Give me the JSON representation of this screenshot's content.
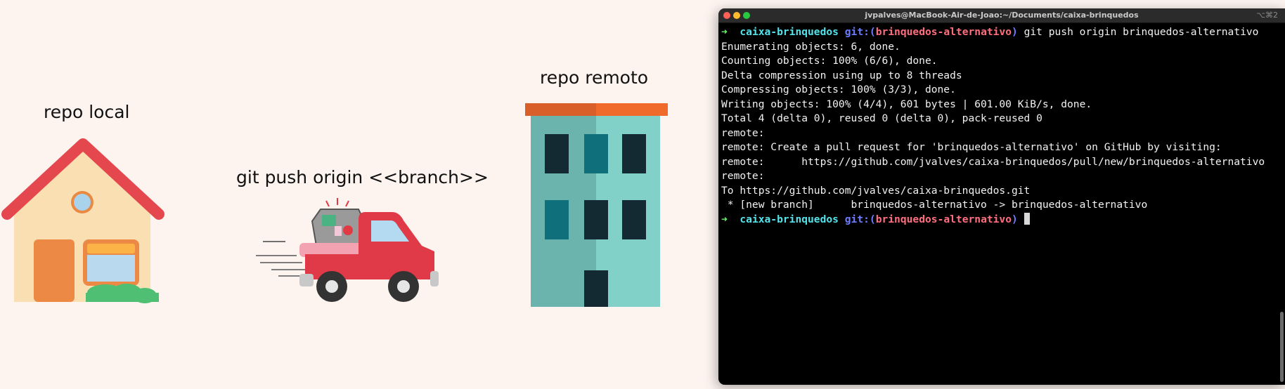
{
  "slide": {
    "local_label": "repo local",
    "command_label": "git push origin <<branch>>",
    "remote_label": "repo remoto"
  },
  "terminal": {
    "title": "jvpalves@MacBook-Air-de-Joao:~/Documents/caixa-brinquedos",
    "shortcut": "⌥⌘2",
    "prompt": {
      "arrow": "➜",
      "dir": "caixa-brinquedos",
      "git_prefix": "git:(",
      "branch": "brinquedos-alternativo",
      "git_suffix": ")",
      "command": " git push origin brinquedos-alternativo"
    },
    "output_lines": [
      "Enumerating objects: 6, done.",
      "Counting objects: 100% (6/6), done.",
      "Delta compression using up to 8 threads",
      "Compressing objects: 100% (3/3), done.",
      "Writing objects: 100% (4/4), 601 bytes | 601.00 KiB/s, done.",
      "Total 4 (delta 0), reused 0 (delta 0), pack-reused 0",
      "remote:",
      "remote: Create a pull request for 'brinquedos-alternativo' on GitHub by visiting:",
      "remote:      https://github.com/jvalves/caixa-brinquedos/pull/new/brinquedos-alternativo",
      "remote:",
      "To https://github.com/jvalves/caixa-brinquedos.git",
      " * [new branch]      brinquedos-alternativo -> brinquedos-alternativo"
    ]
  },
  "icons": {
    "house": "house-icon",
    "truck": "truck-icon",
    "building": "building-icon"
  },
  "colors": {
    "background": "#fdf4f0",
    "terminal_bg": "#000000",
    "prompt_arrow": "#5ff967",
    "prompt_dir": "#53e3ea",
    "prompt_git": "#6d7cff",
    "prompt_branch": "#ff6e7f"
  }
}
